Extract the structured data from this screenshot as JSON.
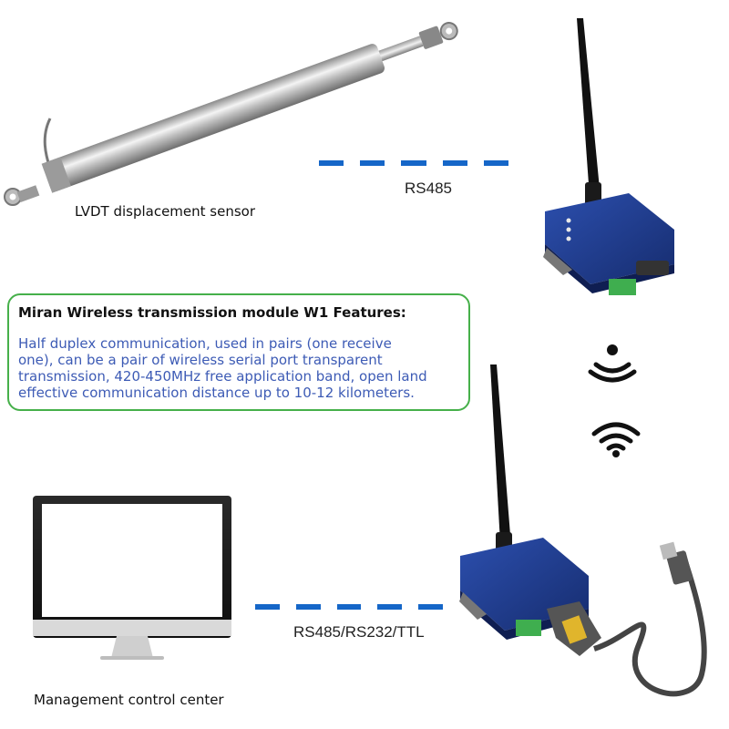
{
  "labels": {
    "sensor": "LVDT displacement sensor",
    "link_top": "RS485",
    "link_bottom": "RS485/RS232/TTL",
    "center": "Management control center"
  },
  "feature_box": {
    "title": "Miran Wireless transmission module W1 Features:",
    "lines": [
      "Half duplex communication, used in pairs (one receive",
      "one), can be a pair of wireless serial port transparent",
      "transmission, 420-450MHz free application band, open land",
      "effective communication distance up to 10-12 kilometers."
    ]
  },
  "colors": {
    "link": "#1566c8",
    "box_border": "#46b04a",
    "body_text": "#3d5bb5",
    "module": "#1f3c8f"
  },
  "icons": [
    "wireless-waves-icon",
    "wifi-icon"
  ]
}
